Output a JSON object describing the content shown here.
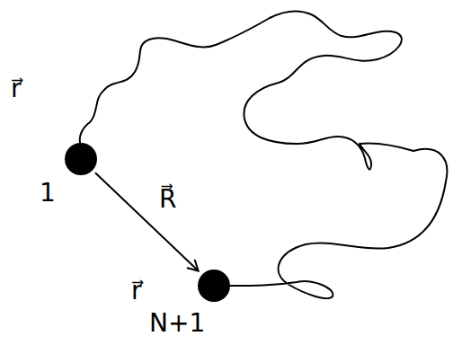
{
  "diagram": {
    "nodes": [
      {
        "text": [
          "r⃗",
          "1"
        ]
      },
      {
        "text": [
          "r⃗",
          "N+1"
        ]
      }
    ],
    "edges": [
      {
        "from": 0,
        "to": 1,
        "arrow": "to",
        "label": "R⃗"
      }
    ]
  }
}
